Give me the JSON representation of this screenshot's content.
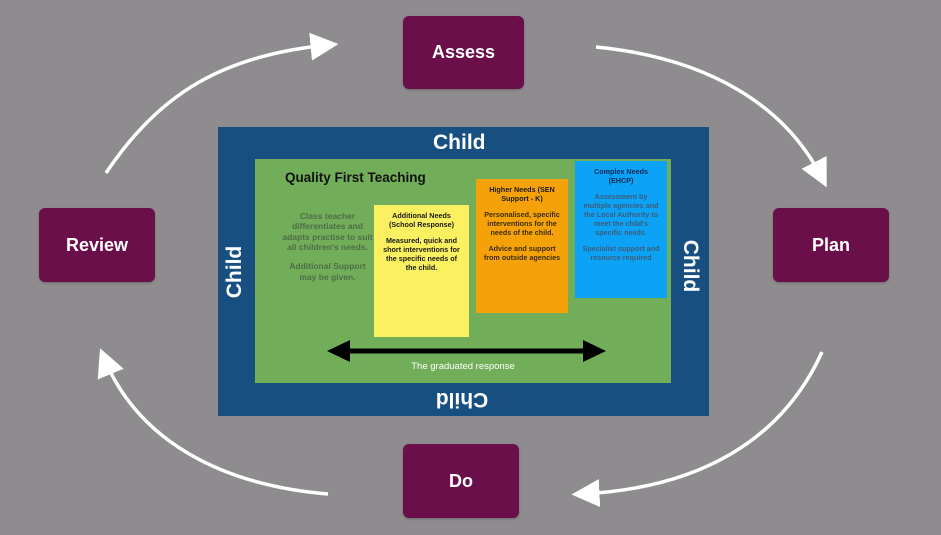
{
  "cycle": {
    "assess": "Assess",
    "plan": "Plan",
    "do": "Do",
    "review": "Review"
  },
  "child_frame": {
    "top": "Child",
    "left": "Child",
    "right": "Child",
    "bottom": "Child"
  },
  "quality_first": {
    "title": "Quality First Teaching",
    "text1": "Class teacher differentiates and adapts practise to suit all children's needs.",
    "text2": "Additional Support may be given."
  },
  "additional_needs": {
    "title": "Additional Needs (School Response)",
    "body": "Measured, quick and short interventions for the specific needs of the child."
  },
  "higher_needs": {
    "title": "Higher Needs (SEN Support - K)",
    "body1": "Personalised, specific interventions for the needs of the child.",
    "body2": "Advice and support from outside agencies"
  },
  "complex_needs": {
    "title": "Complex Needs (EHCP)",
    "body1": "Assessment by multiple agencies and the Local Authority to meet the child's specific needs.",
    "body2": "Specialist support and resource required"
  },
  "graduated_response": "The graduated response",
  "colors": {
    "background": "#8e8c8f",
    "cycle_box": "#6b0f4a",
    "child_frame": "#174f80",
    "quality_first": "#72ad5a",
    "additional_needs": "#fbf060",
    "higher_needs": "#f5a20a",
    "complex_needs": "#0ca2f6"
  }
}
